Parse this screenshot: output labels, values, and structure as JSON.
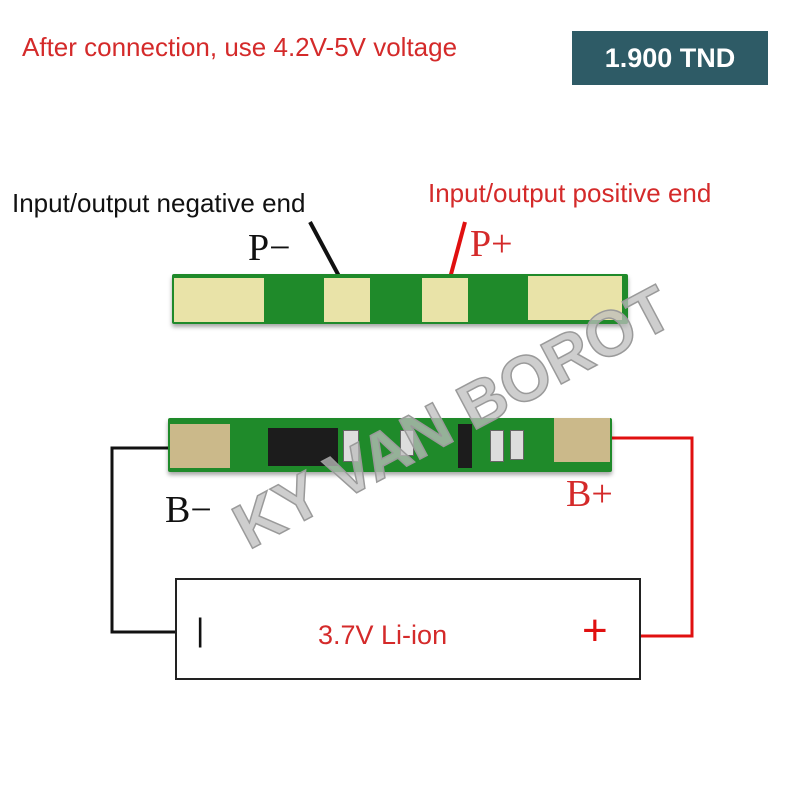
{
  "header": {
    "note": "After connection, use 4.2V-5V voltage",
    "price": "1.900 TND"
  },
  "labels": {
    "negative_end": "Input/output negative end",
    "positive_end": "Input/output positive end",
    "p_minus": "P−",
    "p_plus": "P+",
    "b_minus": "B−",
    "b_plus": "B+"
  },
  "battery": {
    "minus_symbol": "|",
    "label": "3.7V Li-ion",
    "plus_symbol": "+"
  },
  "watermark": "KY VAN BOROT",
  "colors": {
    "accent_red": "#d42a2a",
    "price_bg": "#2e5b66",
    "pcb_green": "#1f8a2a"
  }
}
